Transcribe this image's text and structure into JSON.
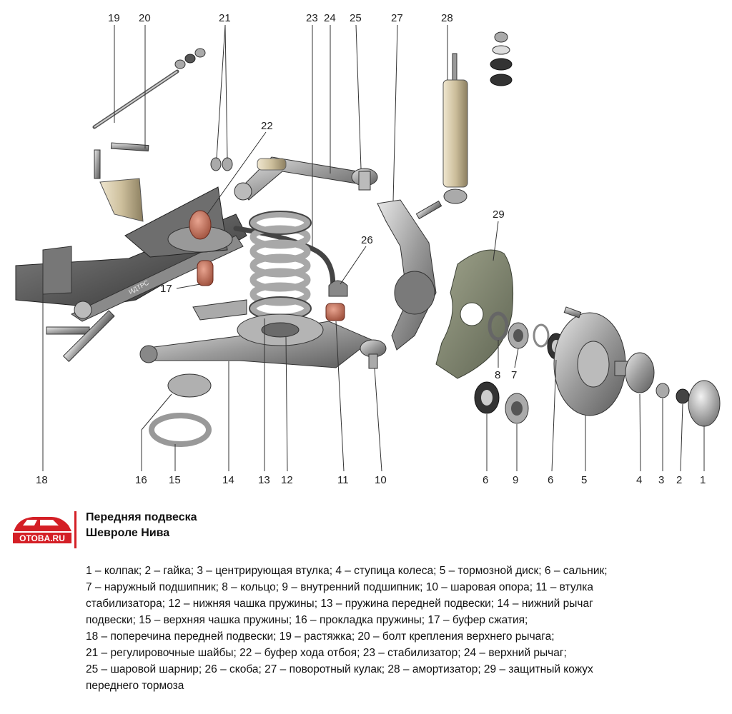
{
  "title": {
    "line1": "Передняя подвеска",
    "line2": "Шевроле Нива"
  },
  "logo": {
    "text": "OTOBA.RU",
    "color": "#d41f26"
  },
  "watermark": "ИДТРС",
  "callouts": [
    "1",
    "2",
    "3",
    "4",
    "5",
    "6",
    "7",
    "8",
    "9",
    "10",
    "11",
    "12",
    "13",
    "14",
    "15",
    "16",
    "17",
    "18",
    "19",
    "20",
    "21",
    "22",
    "23",
    "24",
    "25",
    "26",
    "27",
    "28",
    "29"
  ],
  "legend_lines": [
    "1 – колпак; 2 – гайка; 3 – центрирующая втулка; 4 – ступица колеса; 5 – тормозной диск; 6 – сальник;",
    "7 – наружный подшипник; 8 – кольцо; 9 – внутренний подшипник; 10 – шаровая опора; 11 – втулка",
    "стабилизатора; 12 – нижняя чашка пружины; 13 – пружина передней подвески; 14 – нижний рычаг",
    "подвески; 15 – верхняя чашка пружины; 16 – прокладка пружины; 17 – буфер сжатия;",
    "18 – поперечина передней подвески; 19 – растяжка; 20 – болт крепления верхнего рычага;",
    "21 – регулировочные шайбы; 22 – буфер хода отбоя; 23 – стабилизатор; 24 – верхний рычаг;",
    "25 – шаровой шарнир; 26 – скоба; 27 – поворотный кулак; 28 – амортизатор; 29 – защитный кожух",
    "переднего тормоза"
  ]
}
